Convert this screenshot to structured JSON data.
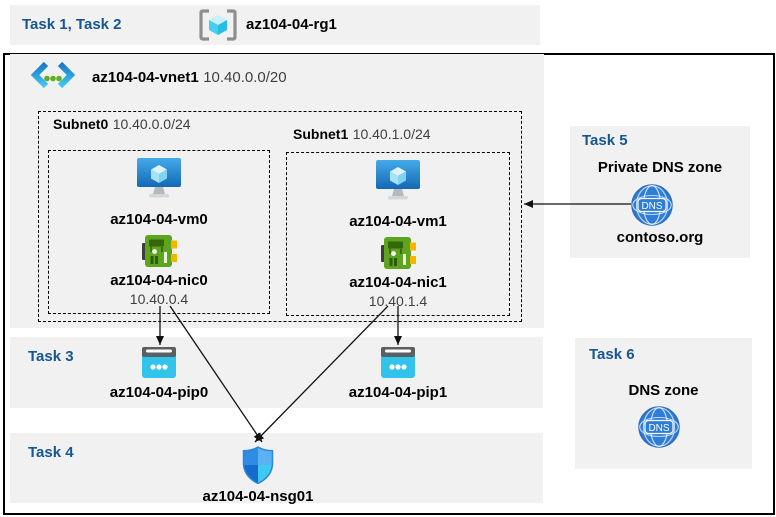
{
  "colors": {
    "task_label_blue": "#17568f",
    "panel_gray": "#f1f1f1",
    "frame_border": "#000000",
    "vm_blue": "#2f8ce3",
    "nic_green": "#5ea41f",
    "pip_cyan": "#32c3ea",
    "dns_blue": "#2e7dd7"
  },
  "top_band": {
    "tasks_label": "Task 1, Task 2",
    "resource_group_name": "az104-04-rg1"
  },
  "vnet": {
    "name": "az104-04-vnet1",
    "cidr": "10.40.0.0/20"
  },
  "subnets": [
    {
      "name": "Subnet0",
      "cidr": "10.40.0.0/24",
      "vm_name": "az104-04-vm0",
      "nic_name": "az104-04-nic0",
      "nic_ip": "10.40.0.4"
    },
    {
      "name": "Subnet1",
      "cidr": "10.40.1.0/24",
      "vm_name": "az104-04-vm1",
      "nic_name": "az104-04-nic1",
      "nic_ip": "10.40.1.4"
    }
  ],
  "task3": {
    "label": "Task 3",
    "pip0": "az104-04-pip0",
    "pip1": "az104-04-pip1"
  },
  "task4": {
    "label": "Task 4",
    "nsg_name": "az104-04-nsg01"
  },
  "task5": {
    "label": "Task 5",
    "title": "Private DNS zone",
    "zone": "contoso.org",
    "icon_text": "DNS"
  },
  "task6": {
    "label": "Task 6",
    "title": "DNS zone",
    "icon_text": "DNS"
  },
  "icons": {
    "resource_group": "resource-group-icon",
    "virtual_network": "virtual-network-icon",
    "virtual_machine": "virtual-machine-icon",
    "network_interface": "network-interface-icon",
    "public_ip": "public-ip-icon",
    "network_security_group": "nsg-shield-icon",
    "dns_zone": "dns-globe-icon"
  },
  "connections": [
    {
      "from": "az104-04-nic0",
      "to": "az104-04-pip0"
    },
    {
      "from": "az104-04-nic1",
      "to": "az104-04-pip1"
    },
    {
      "from": "az104-04-nic0",
      "to": "az104-04-nsg01"
    },
    {
      "from": "az104-04-nic1",
      "to": "az104-04-nsg01"
    },
    {
      "from": "contoso.org Private DNS zone",
      "to": "az104-04-vnet1"
    }
  ]
}
